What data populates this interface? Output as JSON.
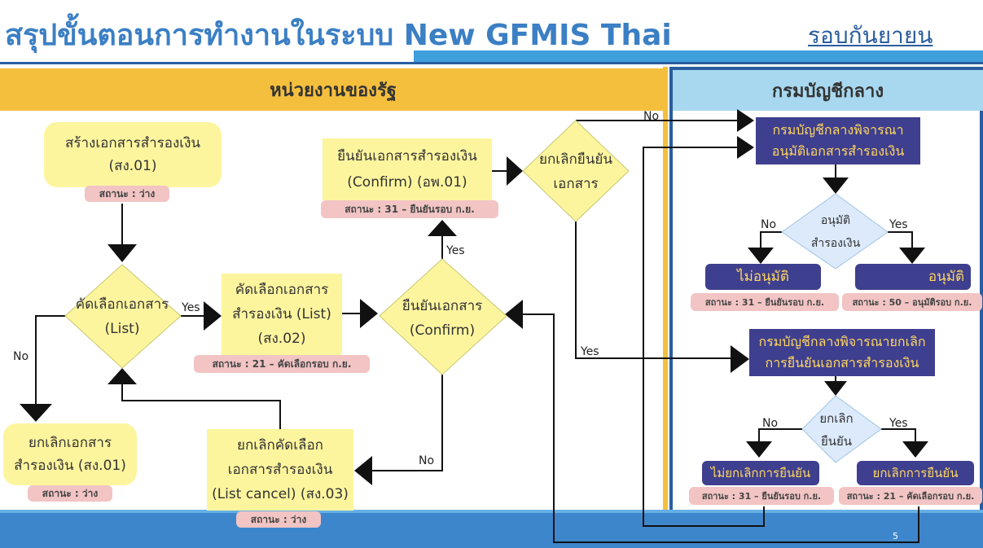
{
  "header": {
    "title": "สรุปขั้นตอนการทำงานในระบบ New GFMIS Thai",
    "round": "รอบกันยายน"
  },
  "lanes": {
    "left": "หน่วยงานของรัฐ",
    "right": "กรมบัญชีกลาง"
  },
  "nodes": {
    "create": {
      "line1": "สร้างเอกสารสำรองเงิน",
      "line2": "(สง.01)",
      "status": "สถานะ : ว่าง"
    },
    "select_dec": {
      "line1": "คัดเลือกเอกสาร",
      "line2": "(List)"
    },
    "cancel_doc": {
      "line1": "ยกเลิกเอกสาร",
      "line2": "สำรองเงิน (สง.01)",
      "status": "สถานะ : ว่าง"
    },
    "select_list": {
      "line1": "คัดเลือกเอกสาร",
      "line2": "สำรองเงิน (List)",
      "line3": "(สง.02)",
      "status": "สถานะ : 21 – คัดเลือกรอบ ก.ย."
    },
    "cancel_select": {
      "line1": "ยกเลิกคัดเลือก",
      "line2": "เอกสารสำรองเงิน",
      "line3": "(List cancel) (สง.03)",
      "status": "สถานะ : ว่าง"
    },
    "confirm_dec": {
      "line1": "ยืนยันเอกสาร",
      "line2": "(Confirm)"
    },
    "confirm_doc": {
      "line1": "ยืนยันเอกสารสำรองเงิน",
      "line2": "(Confirm) (อพ.01)",
      "status": "สถานะ : 31 – ยืนยันรอบ ก.ย."
    },
    "cancel_confirm_dec": {
      "line1": "ยกเลิกยืนยัน",
      "line2": "เอกสาร"
    },
    "cgd_review": {
      "line1": "กรมบัญชีกลางพิจารณา",
      "line2": "อนุมัติเอกสารสำรองเงิน"
    },
    "approve_dec": {
      "line1": "อนุมัติ",
      "line2": "สำรองเงิน"
    },
    "not_approved": {
      "label": "ไม่อนุมัติ",
      "status": "สถานะ : 31 – ยืนยันรอบ ก.ย."
    },
    "approved": {
      "label": "อนุมัติ",
      "status": "สถานะ : 50 – อนุมัติรอบ ก.ย."
    },
    "cgd_cancel_review": {
      "line1": "กรมบัญชีกลางพิจารณายกเลิก",
      "line2": "การยืนยันเอกสารสำรองเงิน"
    },
    "cancel_dec": {
      "line1": "ยกเลิก",
      "line2": "ยืนยัน"
    },
    "not_cancel": {
      "label": "ไม่ยกเลิกการยืนยัน",
      "status": "สถานะ : 31 – ยืนยันรอบ ก.ย."
    },
    "cancel_confirm": {
      "label": "ยกเลิกการยืนยัน",
      "status": "สถานะ : 21 – คัดเลือกรอบ ก.ย."
    }
  },
  "edge_labels": {
    "yes": "Yes",
    "no": "No"
  },
  "footer": {
    "page": "5"
  },
  "colors": {
    "title": "#3b7fc4",
    "lane_left": "#f5bf3e",
    "lane_right": "#a8d8ef",
    "box_yellow": "#fdf59e",
    "box_navy": "#3f3f8f",
    "status_pink": "#f2c4c4"
  }
}
